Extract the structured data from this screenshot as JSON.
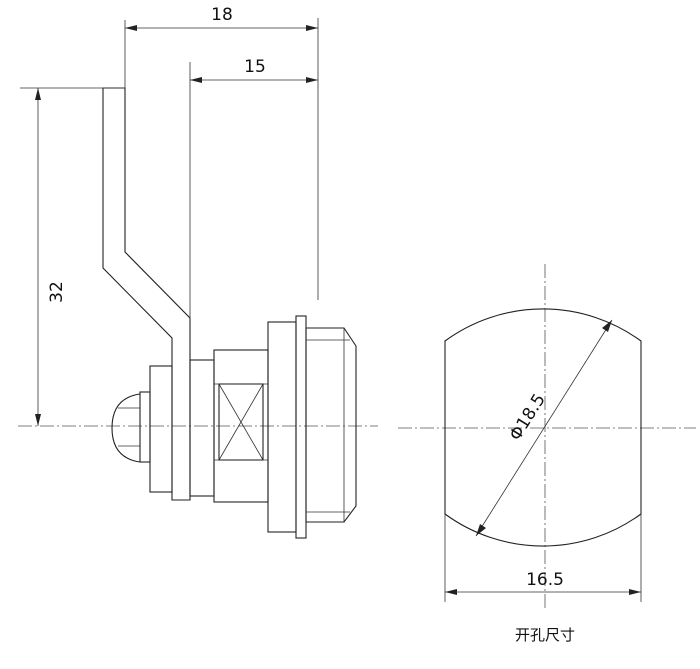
{
  "side_view": {
    "dimensions": {
      "overall_width": "18",
      "offset_width": "15",
      "height": "32"
    }
  },
  "cutout_view": {
    "diameter": "Φ18.5",
    "flat_width": "16.5",
    "caption": "开孔尺寸"
  }
}
